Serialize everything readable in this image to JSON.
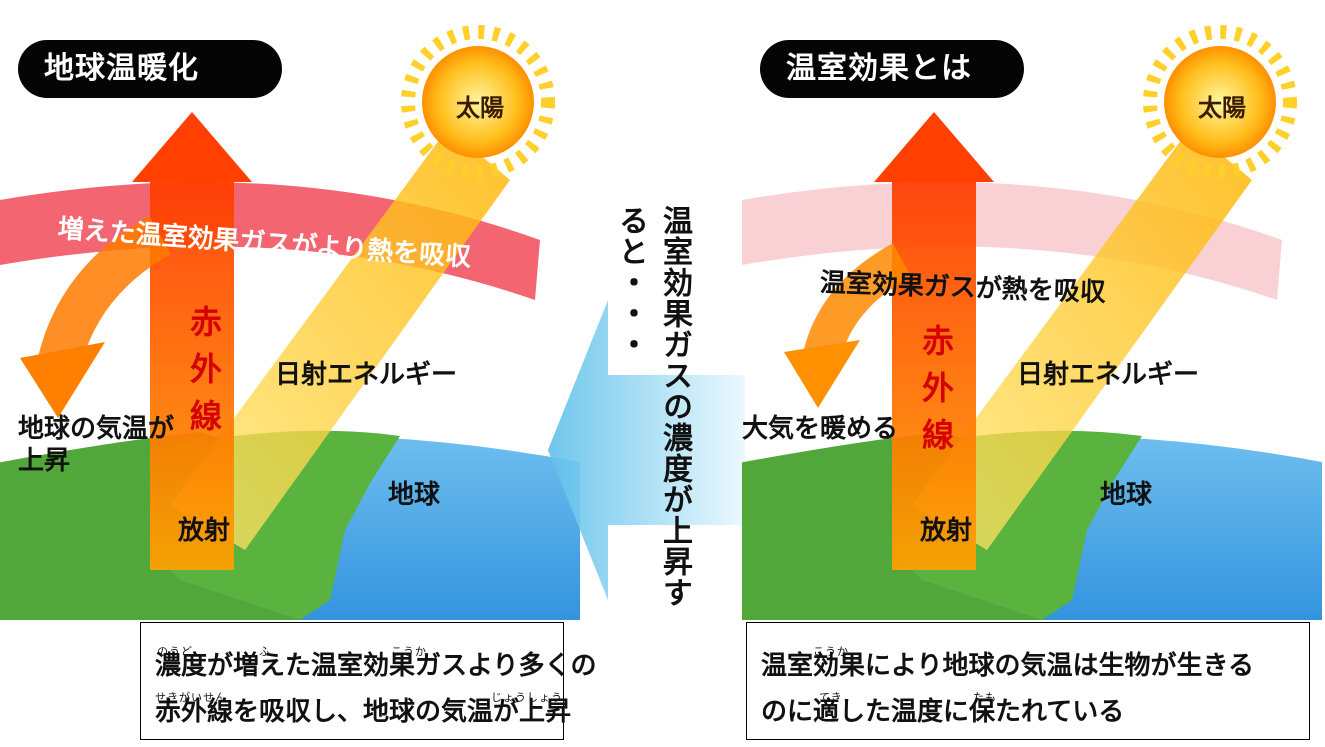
{
  "left": {
    "title": "地球温暖化",
    "sun": "太陽",
    "band_text": "増えた温室効果ガスがより熱を吸収",
    "infrared": [
      "赤",
      "外",
      "線"
    ],
    "solar_energy": "日射エネルギー",
    "temp_rise": [
      "地球の気温が",
      "上昇"
    ],
    "earth": "地球",
    "radiation": "放射"
  },
  "right": {
    "title": "温室効果とは",
    "sun": "太陽",
    "band_text": "温室効果ガスが熱を吸収",
    "infrared": [
      "赤",
      "外",
      "線"
    ],
    "solar_energy": "日射エネルギー",
    "warm_air": "大気を暖める",
    "earth": "地球",
    "radiation": "放射"
  },
  "middle_text": "温室効果ガスの濃度が上昇すると・・・",
  "captions": {
    "left": {
      "line1": "濃度が増えた温室効果ガスより多くの",
      "line2": "赤外線を吸収し、地球の気温が上昇",
      "ruby": {
        "noudo": "のうど",
        "fu": "ふ",
        "kouka": "こうか",
        "sekigaisen": "せきがいせん",
        "joushou": "じょうしょう"
      }
    },
    "right": {
      "line1": "温室効果により地球の気温は生物が生きる",
      "line2": "のに適した温度に保たれている",
      "ruby": {
        "kouka": "こうか",
        "teki": "てき",
        "tamo": "たも"
      }
    }
  },
  "colors": {
    "ocean": "#4aa7e6",
    "land": "#52a73a",
    "infrared_arrow": "#ff5a00",
    "solar_beam": "#ffd21a",
    "left_band": "#ef3e4e",
    "right_band": "#f7c2c6",
    "middle_arrow": "#8fd3ef"
  }
}
